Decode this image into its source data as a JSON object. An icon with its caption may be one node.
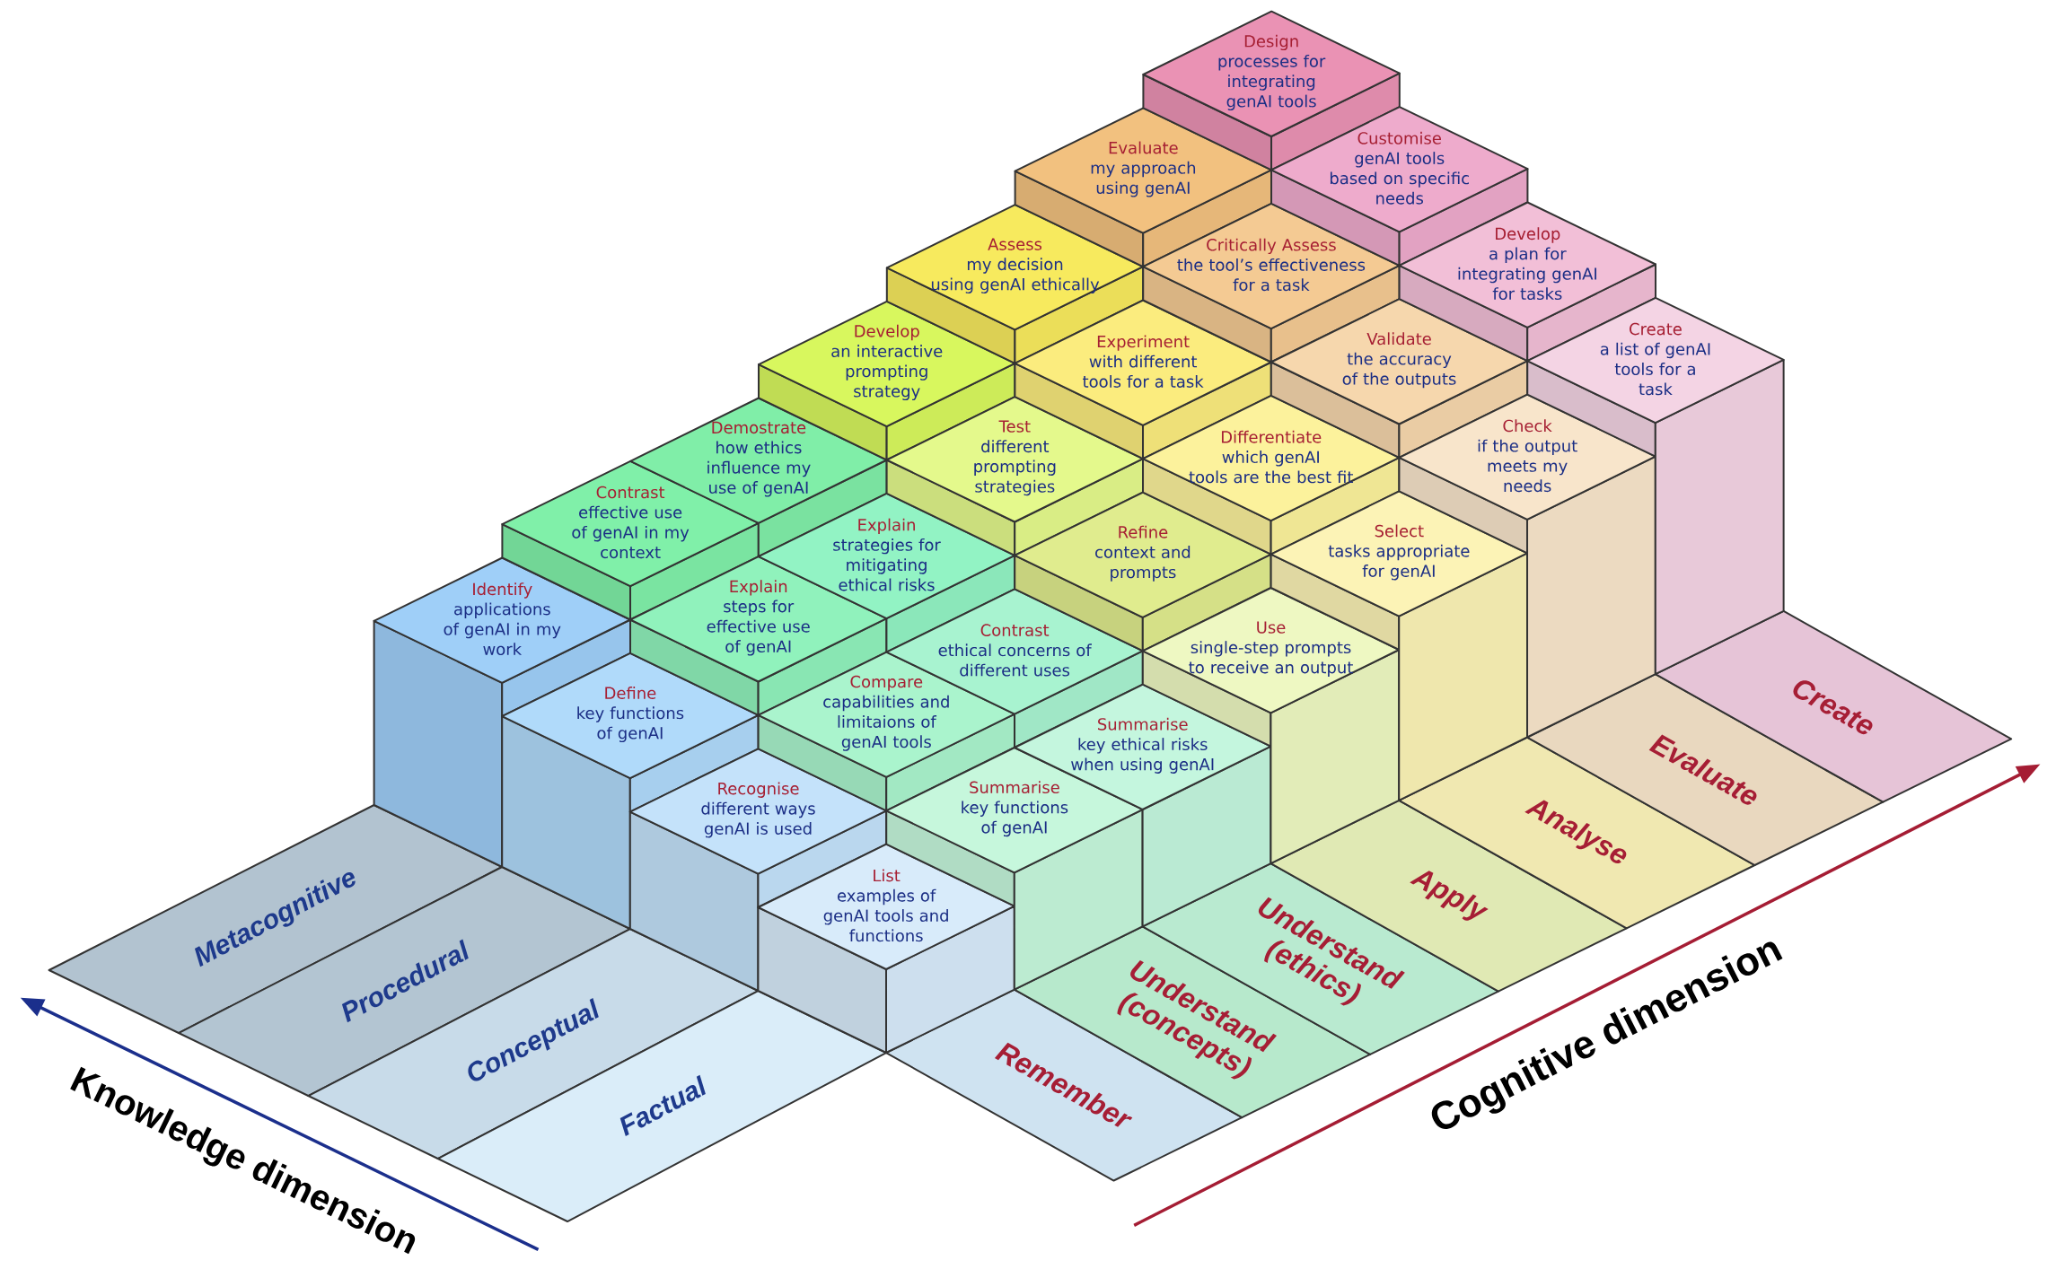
{
  "diagram": {
    "nodes": [
      {
        "text": [
          "Identify",
          "applications of genAI in my work"
        ]
      },
      {
        "text": [
          "Contrast",
          "effective use of genAI in my context"
        ]
      },
      {
        "text": [
          "Demostrate",
          "how ethics influence my use of genAI"
        ]
      },
      {
        "text": [
          "Develop",
          "an interactive prompting strategy"
        ]
      },
      {
        "text": [
          "Assess",
          "my decision using genAI ethically"
        ]
      },
      {
        "text": [
          "Evaluate",
          "my approach using genAI"
        ]
      },
      {
        "text": [
          "Design",
          "processes for integrating genAI tools"
        ]
      },
      {
        "text": [
          "Define",
          "key functions of genAI"
        ]
      },
      {
        "text": [
          "Explain",
          "steps for effective use of genAI"
        ]
      },
      {
        "text": [
          "Explain",
          "strategies for mitigating ethical risks"
        ]
      },
      {
        "text": [
          "Test",
          "different prompting strategies"
        ]
      },
      {
        "text": [
          "Experiment",
          "with different tools for a task"
        ]
      },
      {
        "text": [
          "Critically Assess",
          "the tool’s effectiveness for a task"
        ]
      },
      {
        "text": [
          "Customise",
          "genAI tools based on specific needs"
        ]
      },
      {
        "text": [
          "Recognise",
          "different ways genAI is used"
        ]
      },
      {
        "text": [
          "Compare",
          "capabilities and limitaions of genAI tools"
        ]
      },
      {
        "text": [
          "Contrast",
          "ethical concerns of different uses"
        ]
      },
      {
        "text": [
          "Refine",
          "context and prompts"
        ]
      },
      {
        "text": [
          "Differentiate",
          "which genAI tools are the best fit"
        ]
      },
      {
        "text": [
          "Validate",
          "the accuracy of the outputs"
        ]
      },
      {
        "text": [
          "Develop",
          "a plan for integrating genAI for tasks"
        ]
      },
      {
        "text": [
          "List",
          "examples of genAI tools and functions"
        ]
      },
      {
        "text": [
          "Summarise",
          "key functions of genAI"
        ]
      },
      {
        "text": [
          "Summarise",
          "key ethical risks when using genAI"
        ]
      },
      {
        "text": [
          "Use",
          "single-step prompts to receive an output"
        ]
      },
      {
        "text": [
          "Select",
          "tasks appropriate for genAI"
        ]
      },
      {
        "text": [
          "Check",
          "if the output meets my needs"
        ]
      },
      {
        "text": [
          "Create",
          "a list of genAI tools for a task"
        ]
      },
      {
        "text": [
          "Metacognitive"
        ]
      },
      {
        "text": [
          "Procedural"
        ]
      },
      {
        "text": [
          "Conceptual"
        ]
      },
      {
        "text": [
          "Factual"
        ]
      },
      {
        "text": [
          "Remember"
        ]
      },
      {
        "text": [
          "Understand (concepts)"
        ]
      },
      {
        "text": [
          "Understand (ethics)"
        ]
      },
      {
        "text": [
          "Apply"
        ]
      },
      {
        "text": [
          "Analyse"
        ]
      },
      {
        "text": [
          "Evaluate"
        ]
      },
      {
        "text": [
          "Create"
        ]
      }
    ],
    "labels": [
      "Knowledge dimension",
      "Cognitive dimension"
    ]
  }
}
